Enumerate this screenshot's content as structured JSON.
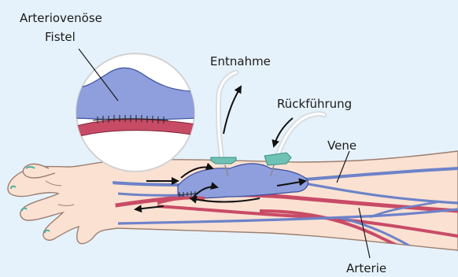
{
  "labels": {
    "fistula_line1": "Arteriovenöse",
    "fistula_line2": "Fistel",
    "entnahme": "Entnahme",
    "rueckfuehrung": "Rückführung",
    "vene": "Vene",
    "arterie": "Arterie"
  },
  "colors": {
    "background": "#e6f2fb",
    "skin": "#fbe1d2",
    "skin_outline": "#9c7e70",
    "vein": "#6d82c9",
    "vein_dark": "#3a4f9e",
    "fistula": "#8f9fdd",
    "artery": "#c84b66",
    "needle_hub": "#6dc2b5",
    "inset_bg": "#ffffff"
  },
  "icons": {
    "flow": "arrow-icon",
    "needle": "needle-icon"
  }
}
